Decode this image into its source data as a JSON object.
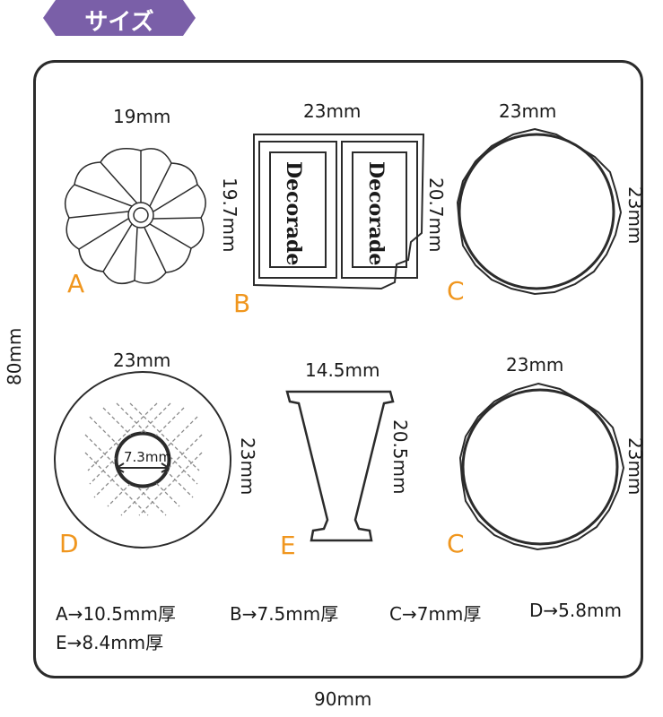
{
  "header": {
    "tag_label": "サイズ"
  },
  "outer": {
    "width_label": "90mm",
    "height_label": "80mm"
  },
  "molds": {
    "A": {
      "letter": "A",
      "width": "19mm",
      "height": "19.7mm"
    },
    "B": {
      "letter": "B",
      "width": "23mm",
      "height": "20.7mm",
      "panel_text": "Decorade"
    },
    "C1": {
      "letter": "C",
      "width": "23mm",
      "height": "23mm"
    },
    "D": {
      "letter": "D",
      "width": "23mm",
      "height": "23mm",
      "inner": "7.3mm"
    },
    "E": {
      "letter": "E",
      "width": "14.5mm",
      "height": "20.5mm"
    },
    "C2": {
      "letter": "C",
      "width": "23mm",
      "height": "23mm"
    }
  },
  "thickness": {
    "A": "A→10.5mm厚",
    "B": "B→7.5mm厚",
    "C": "C→7mm厚",
    "D": "D→5.8mm",
    "E": "E→8.4mm厚"
  },
  "colors": {
    "tag": "#7a5fa8",
    "letters": "#f0961e",
    "outline": "#2b2b2b"
  }
}
